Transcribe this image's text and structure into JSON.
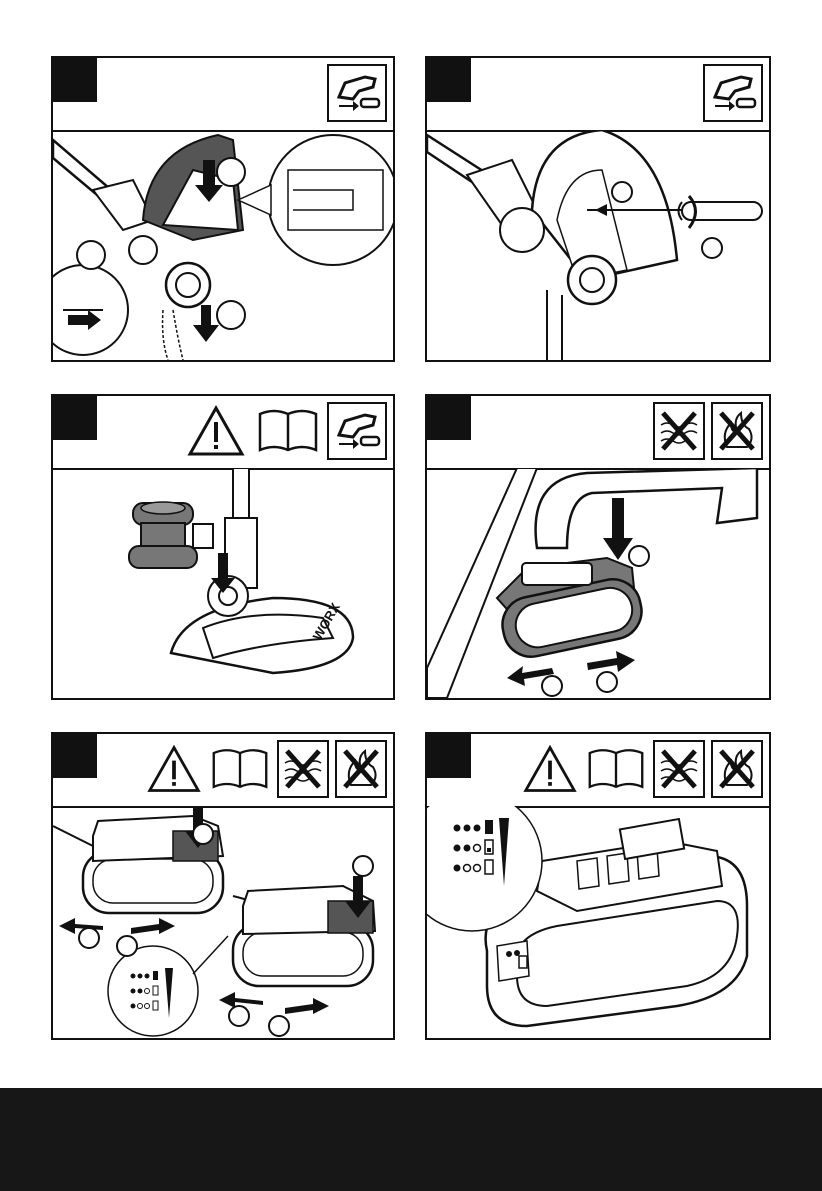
{
  "panels": [
    {
      "id": "remove-guard-screws",
      "icons": [
        "remove-battery-icon"
      ]
    },
    {
      "id": "screw-guard",
      "icons": [
        "remove-battery-icon"
      ]
    },
    {
      "id": "attach-spool-head",
      "icons": [
        "warning-icon",
        "read-manual-icon",
        "remove-battery-icon"
      ]
    },
    {
      "id": "insert-battery",
      "icons": [
        "no-water-icon",
        "no-fire-icon"
      ]
    },
    {
      "id": "charge-battery",
      "icons": [
        "warning-icon",
        "read-manual-icon",
        "no-water-icon",
        "no-fire-icon"
      ]
    },
    {
      "id": "battery-level-indicator",
      "icons": [
        "warning-icon",
        "read-manual-icon",
        "no-water-icon",
        "no-fire-icon"
      ]
    }
  ],
  "brand_on_guard": "WORX",
  "colors": {
    "ink": "#111111",
    "battery_grey": "#777777",
    "footer": "#171717"
  }
}
